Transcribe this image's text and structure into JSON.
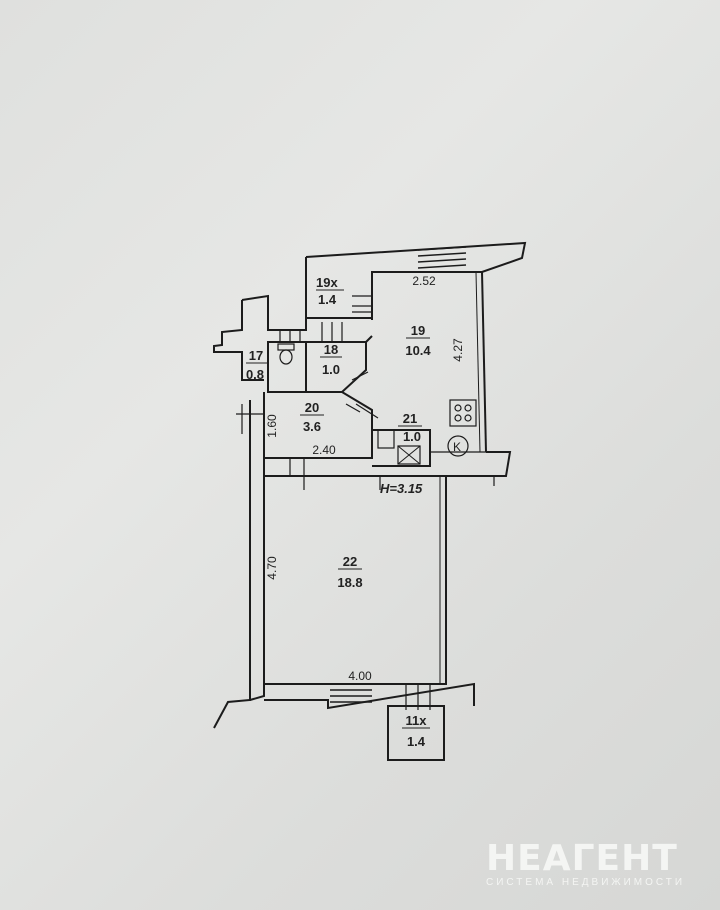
{
  "rooms": [
    {
      "id": "r19x",
      "number": "19х",
      "area": "1.4"
    },
    {
      "id": "r19",
      "number": "19",
      "area": "10.4"
    },
    {
      "id": "r17",
      "number": "17",
      "area": "0.8"
    },
    {
      "id": "r18",
      "number": "18",
      "area": "1.0"
    },
    {
      "id": "r20",
      "number": "20",
      "area": "3.6"
    },
    {
      "id": "r21",
      "number": "21",
      "area": "1.0"
    },
    {
      "id": "r22",
      "number": "22",
      "area": "18.8"
    },
    {
      "id": "r11x",
      "number": "11х",
      "area": "1.4"
    }
  ],
  "dimensions": {
    "d252": "2.52",
    "d427": "4.27",
    "d160": "1.60",
    "d240": "2.40",
    "d470": "4.70",
    "d400": "4.00"
  },
  "ceiling_height": "H=3.15",
  "stove_mark": "K",
  "watermark": {
    "logo": "НЕАГЕНТ",
    "tagline": "СИСТЕМА НЕДВИЖИМОСТИ"
  }
}
